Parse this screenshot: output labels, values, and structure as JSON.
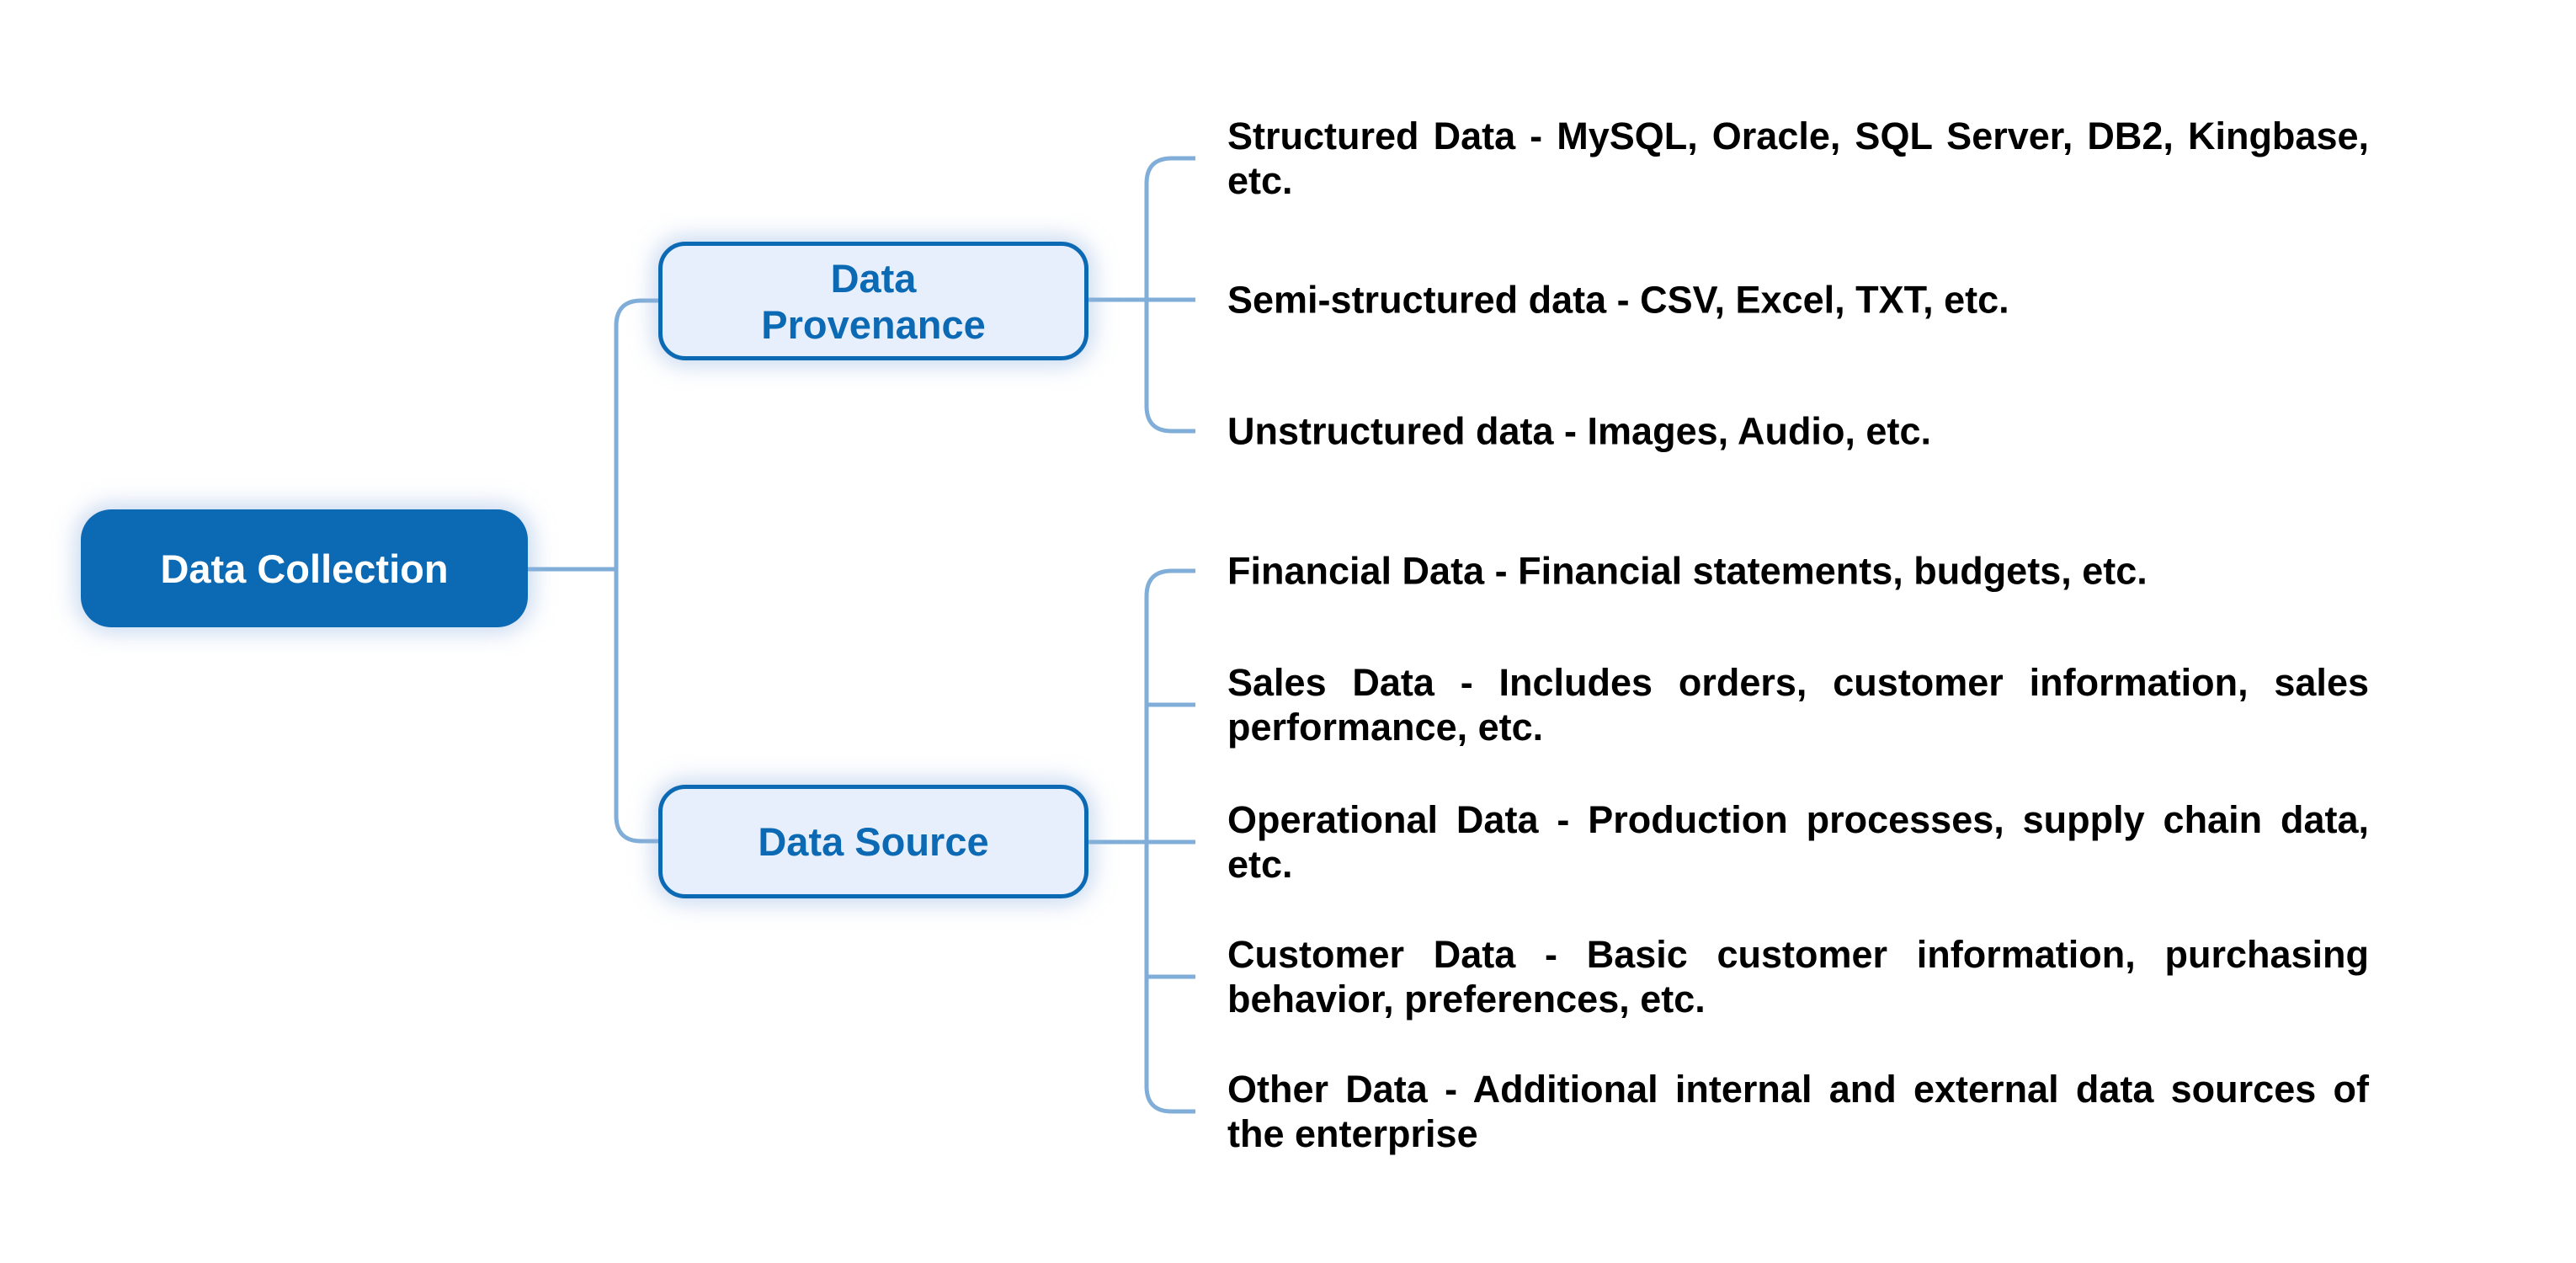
{
  "diagram": {
    "title": "Data Collection mind map",
    "root": {
      "label": "Data Collection"
    },
    "branches": [
      {
        "label": "Data Provenance",
        "leaves": [
          "Structured Data - MySQL, Oracle, SQL Server, DB2, Kingbase, etc.",
          "Semi-structured data - CSV, Excel, TXT, etc.",
          "Unstructured data - Images, Audio, etc."
        ]
      },
      {
        "label": "Data Source",
        "leaves": [
          "Financial Data - Financial statements, budgets, etc.",
          "Sales Data - Includes orders, customer information, sales performance, etc.",
          "Operational Data - Production processes, supply chain data, etc.",
          "Customer Data - Basic customer information, purchasing behavior, preferences, etc.",
          "Other Data - Additional internal and external data sources of the enterprise"
        ]
      }
    ],
    "colors": {
      "root_fill": "#0c69b3",
      "root_text": "#ffffff",
      "branch_fill": "#e7effc",
      "branch_border": "#0c69b3",
      "branch_text": "#0c69b3",
      "leaf_text": "#000000",
      "connector": "#80aed8"
    }
  }
}
